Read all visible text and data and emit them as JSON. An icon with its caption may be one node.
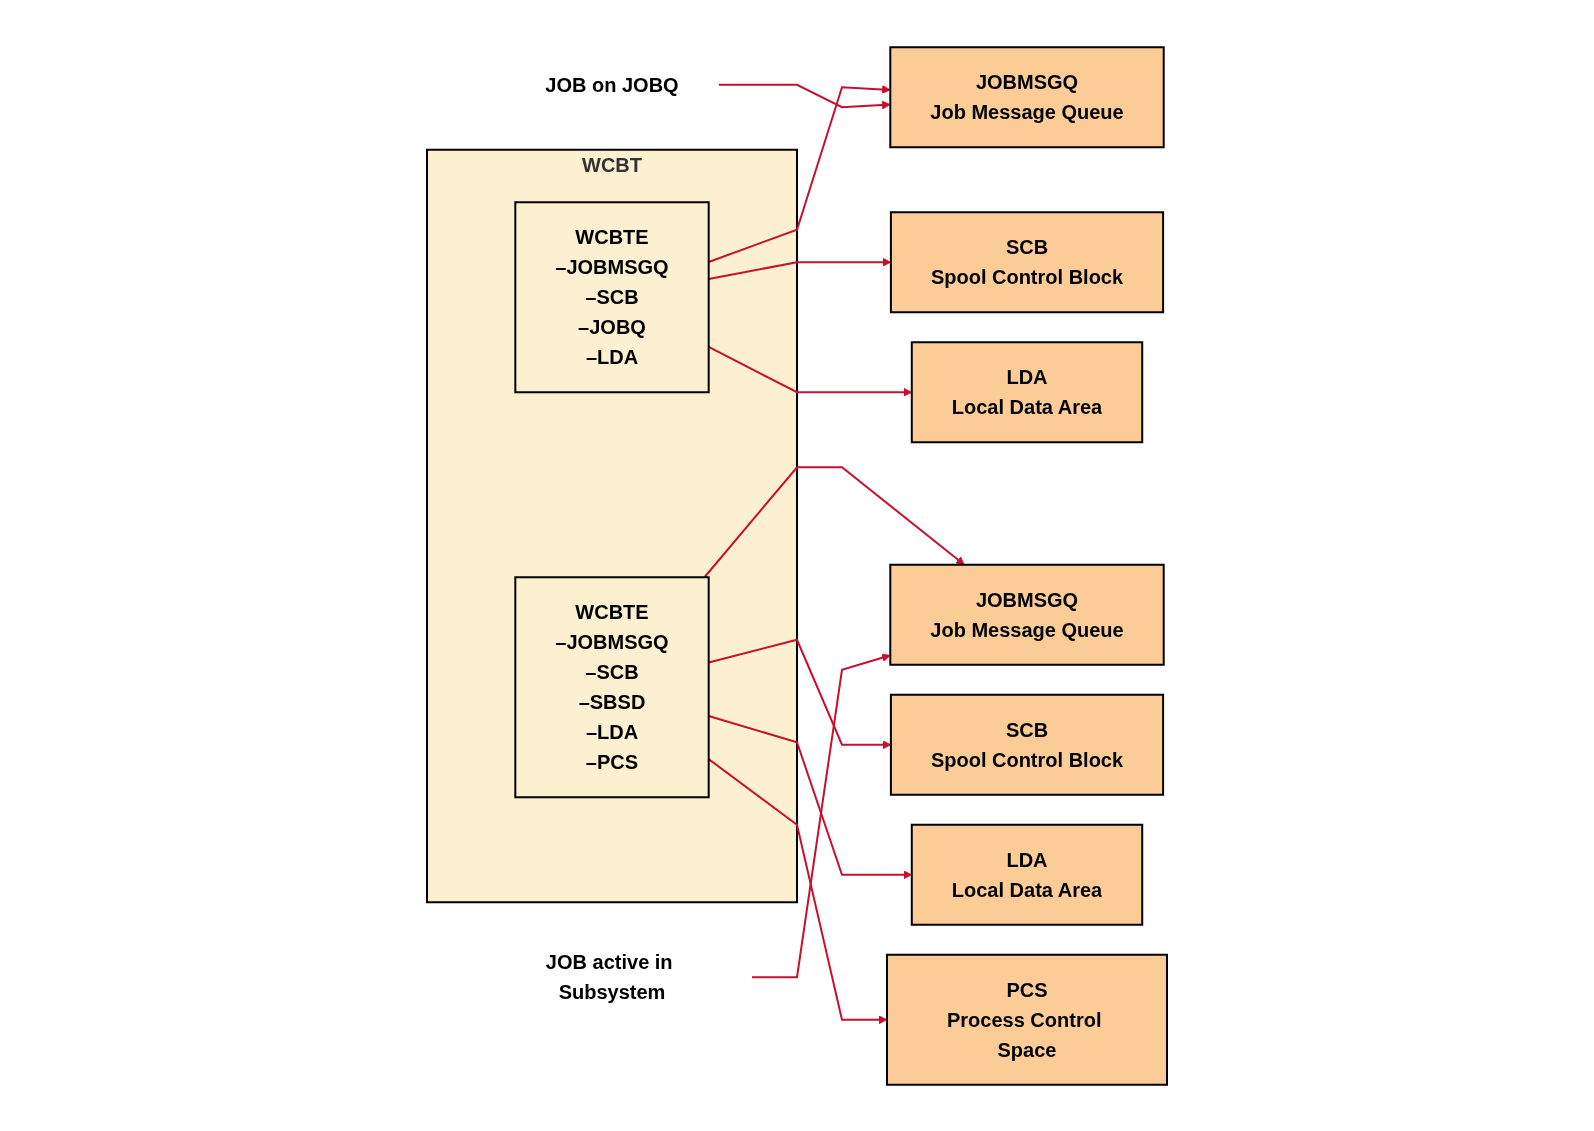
{
  "diagram": {
    "nodes": [
      {
        "text": [
          "WCBT"
        ]
      },
      {
        "text": [
          "WCBTE",
          "–JOBMSGQ",
          "–SCB",
          "–JOBQ",
          "–LDA"
        ],
        "in": 0
      },
      {
        "text": [
          "JOBMSGQ",
          "Job Message Queue"
        ]
      },
      {
        "text": [
          "SCB",
          "Spool Control Block"
        ]
      },
      {
        "text": [
          "LDA",
          "Local Data Area"
        ]
      },
      {
        "text": [
          "WCBTE",
          "–JOBMSGQ",
          "–SCB",
          "–SBSD",
          "–LDA",
          "–PCS"
        ],
        "in": 0
      },
      {
        "text": [
          "JOBMSGQ",
          "Job Message Queue"
        ]
      },
      {
        "text": [
          "SCB",
          "Spool Control Block"
        ]
      },
      {
        "text": [
          "LDA",
          "Local Data Area"
        ]
      },
      {
        "text": [
          "PCS",
          "Process Control Space"
        ]
      },
      {
        "text": [
          "JOB on JOBQ"
        ]
      },
      {
        "text": [
          "JOB active in Subsystem"
        ]
      }
    ],
    "edges": [
      {
        "from": 1,
        "to": 2,
        "arrow": "to"
      },
      {
        "from": 1,
        "to": 3,
        "arrow": "to"
      },
      {
        "from": 1,
        "to": 4,
        "arrow": "to"
      },
      {
        "from": 5,
        "to": 6,
        "arrow": "to"
      },
      {
        "from": 5,
        "to": 7,
        "arrow": "to"
      },
      {
        "from": 5,
        "to": 8,
        "arrow": "to"
      },
      {
        "from": 5,
        "to": 9,
        "arrow": "to"
      },
      {
        "from": 10,
        "to": 2,
        "arrow": "to"
      },
      {
        "from": 11,
        "to": 6,
        "arrow": "to"
      }
    ]
  }
}
